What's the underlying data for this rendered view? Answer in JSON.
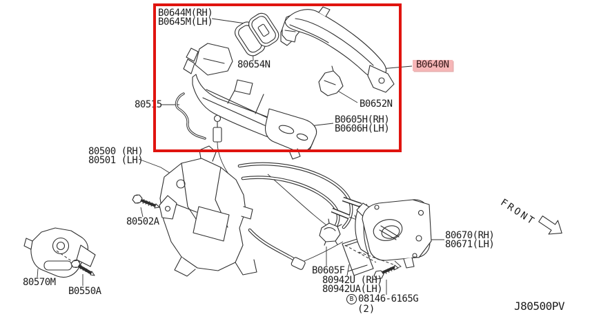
{
  "diagram": {
    "code": "J80500PV",
    "front": "FRONT"
  },
  "parts": {
    "handle_kit": {
      "rh": "B0644M(RH)",
      "lh": "B0645M(LH)"
    },
    "seal": "80654N",
    "outside_handle": "B0640N",
    "cover": "B0652N",
    "handle_bracket": {
      "rh": "B0605H(RH)",
      "lh": "B0606H(LH)"
    },
    "rod": "80515",
    "lock_assembly": {
      "rh": "80500 (RH)",
      "lh": "80501 (LH)"
    },
    "lock_screw": "80502A",
    "striker": "80570M",
    "striker_screw": "B0550A",
    "cable_clip": "B0605F",
    "escutcheon": {
      "rh": "80942U (RH)",
      "lh": "80942UA(LH)"
    },
    "bolt": {
      "marker": "B",
      "number": "08146-6165G",
      "qty": "(2)"
    },
    "inside_handle": {
      "rh": "80670(RH)",
      "lh": "80671(LH)"
    }
  },
  "colors": {
    "highlight_border": "#e0140f",
    "highlight_label_bg": "#f6b6b7",
    "line": "#2e2e2e"
  }
}
